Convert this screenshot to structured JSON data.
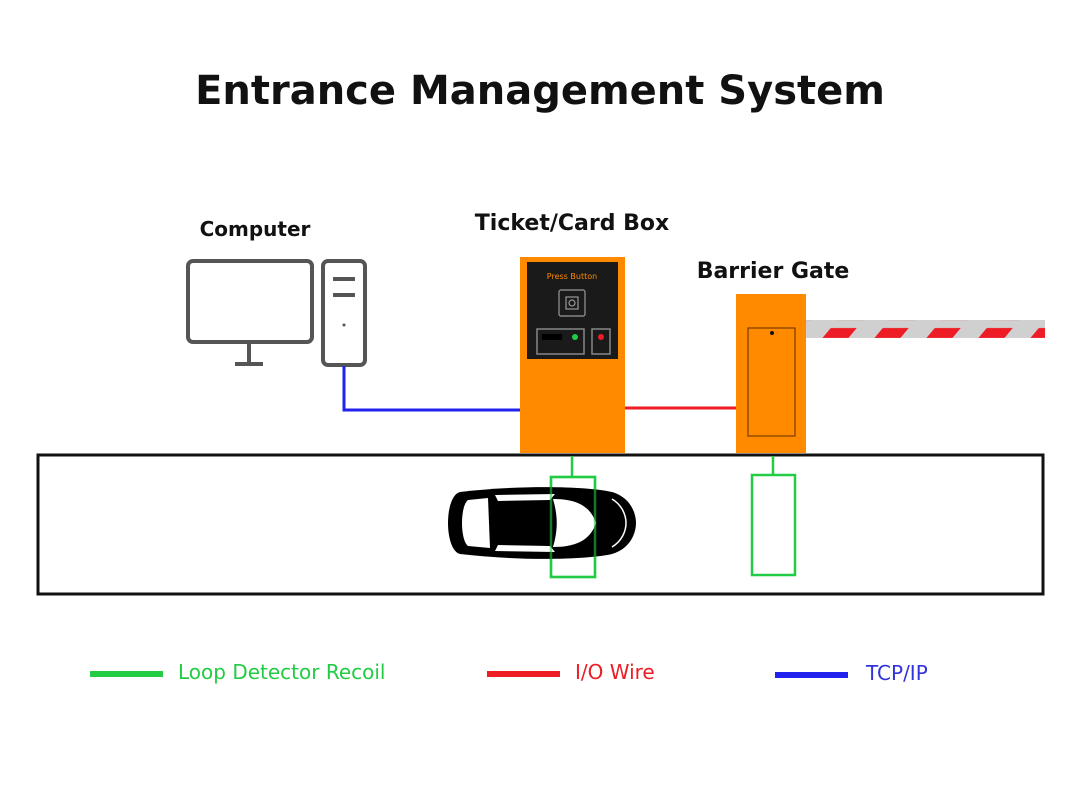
{
  "title": "Entrance Management System",
  "components": {
    "computer": "Computer",
    "ticket_box": "Ticket/Card Box",
    "ticket_box_screen": "Press Button",
    "barrier_gate": "Barrier Gate"
  },
  "legend": [
    {
      "label": "Loop Detector Recoil",
      "color": "#22cc44"
    },
    {
      "label": "I/O Wire",
      "color": "#ee1c24"
    },
    {
      "label": "TCP/IP",
      "color": "#2222ee"
    }
  ],
  "colors": {
    "orange": "#ff8a00",
    "gray": "#555555"
  }
}
